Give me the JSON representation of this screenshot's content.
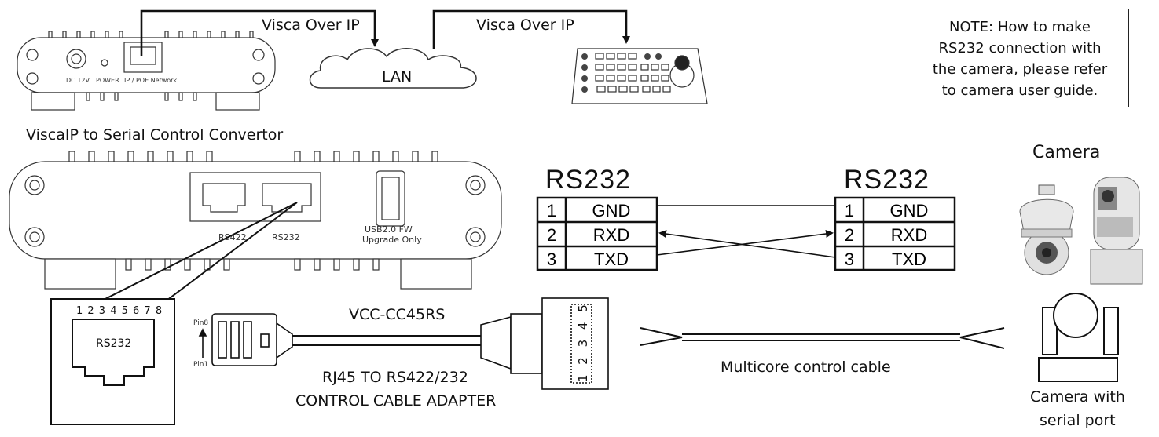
{
  "labels": {
    "visca_left": "Visca Over IP",
    "visca_right": "Visca Over IP",
    "lan": "LAN",
    "converter_title": "ViscaIP to Serial Control Convertor",
    "camera_title": "Camera",
    "dc_label": "DC 12V",
    "power_label": "POWER",
    "ip_label": "IP / POE Network",
    "rs422_port": "RS422",
    "rs232_port": "RS232",
    "usb_line1": "USB2.0 FW",
    "usb_line2": "Upgrade Only",
    "pin_numbers": "1 2 3 4 5 6 7 8",
    "jack_label": "RS232",
    "pin8": "Pin8",
    "pin1": "Pin1",
    "cable_name": "VCC-CC45RS",
    "adapter_line1": "RJ45 TO RS422/232",
    "adapter_line2": "CONTROL CABLE ADAPTER",
    "terminal_pins": "1 2 3 4 5",
    "multicore": "Multicore control cable",
    "cam_serial_line1": "Camera with",
    "cam_serial_line2": "serial port"
  },
  "note": {
    "lines": [
      "NOTE: How to make",
      "RS232 connection with",
      "the camera, please refer",
      "to camera user guide."
    ]
  },
  "rs232_left": {
    "title": "RS232",
    "rows": [
      {
        "num": "1",
        "sig": "GND"
      },
      {
        "num": "2",
        "sig": "RXD"
      },
      {
        "num": "3",
        "sig": "TXD"
      }
    ]
  },
  "rs232_right": {
    "title": "RS232",
    "rows": [
      {
        "num": "1",
        "sig": "GND"
      },
      {
        "num": "2",
        "sig": "RXD"
      },
      {
        "num": "3",
        "sig": "TXD"
      }
    ]
  }
}
